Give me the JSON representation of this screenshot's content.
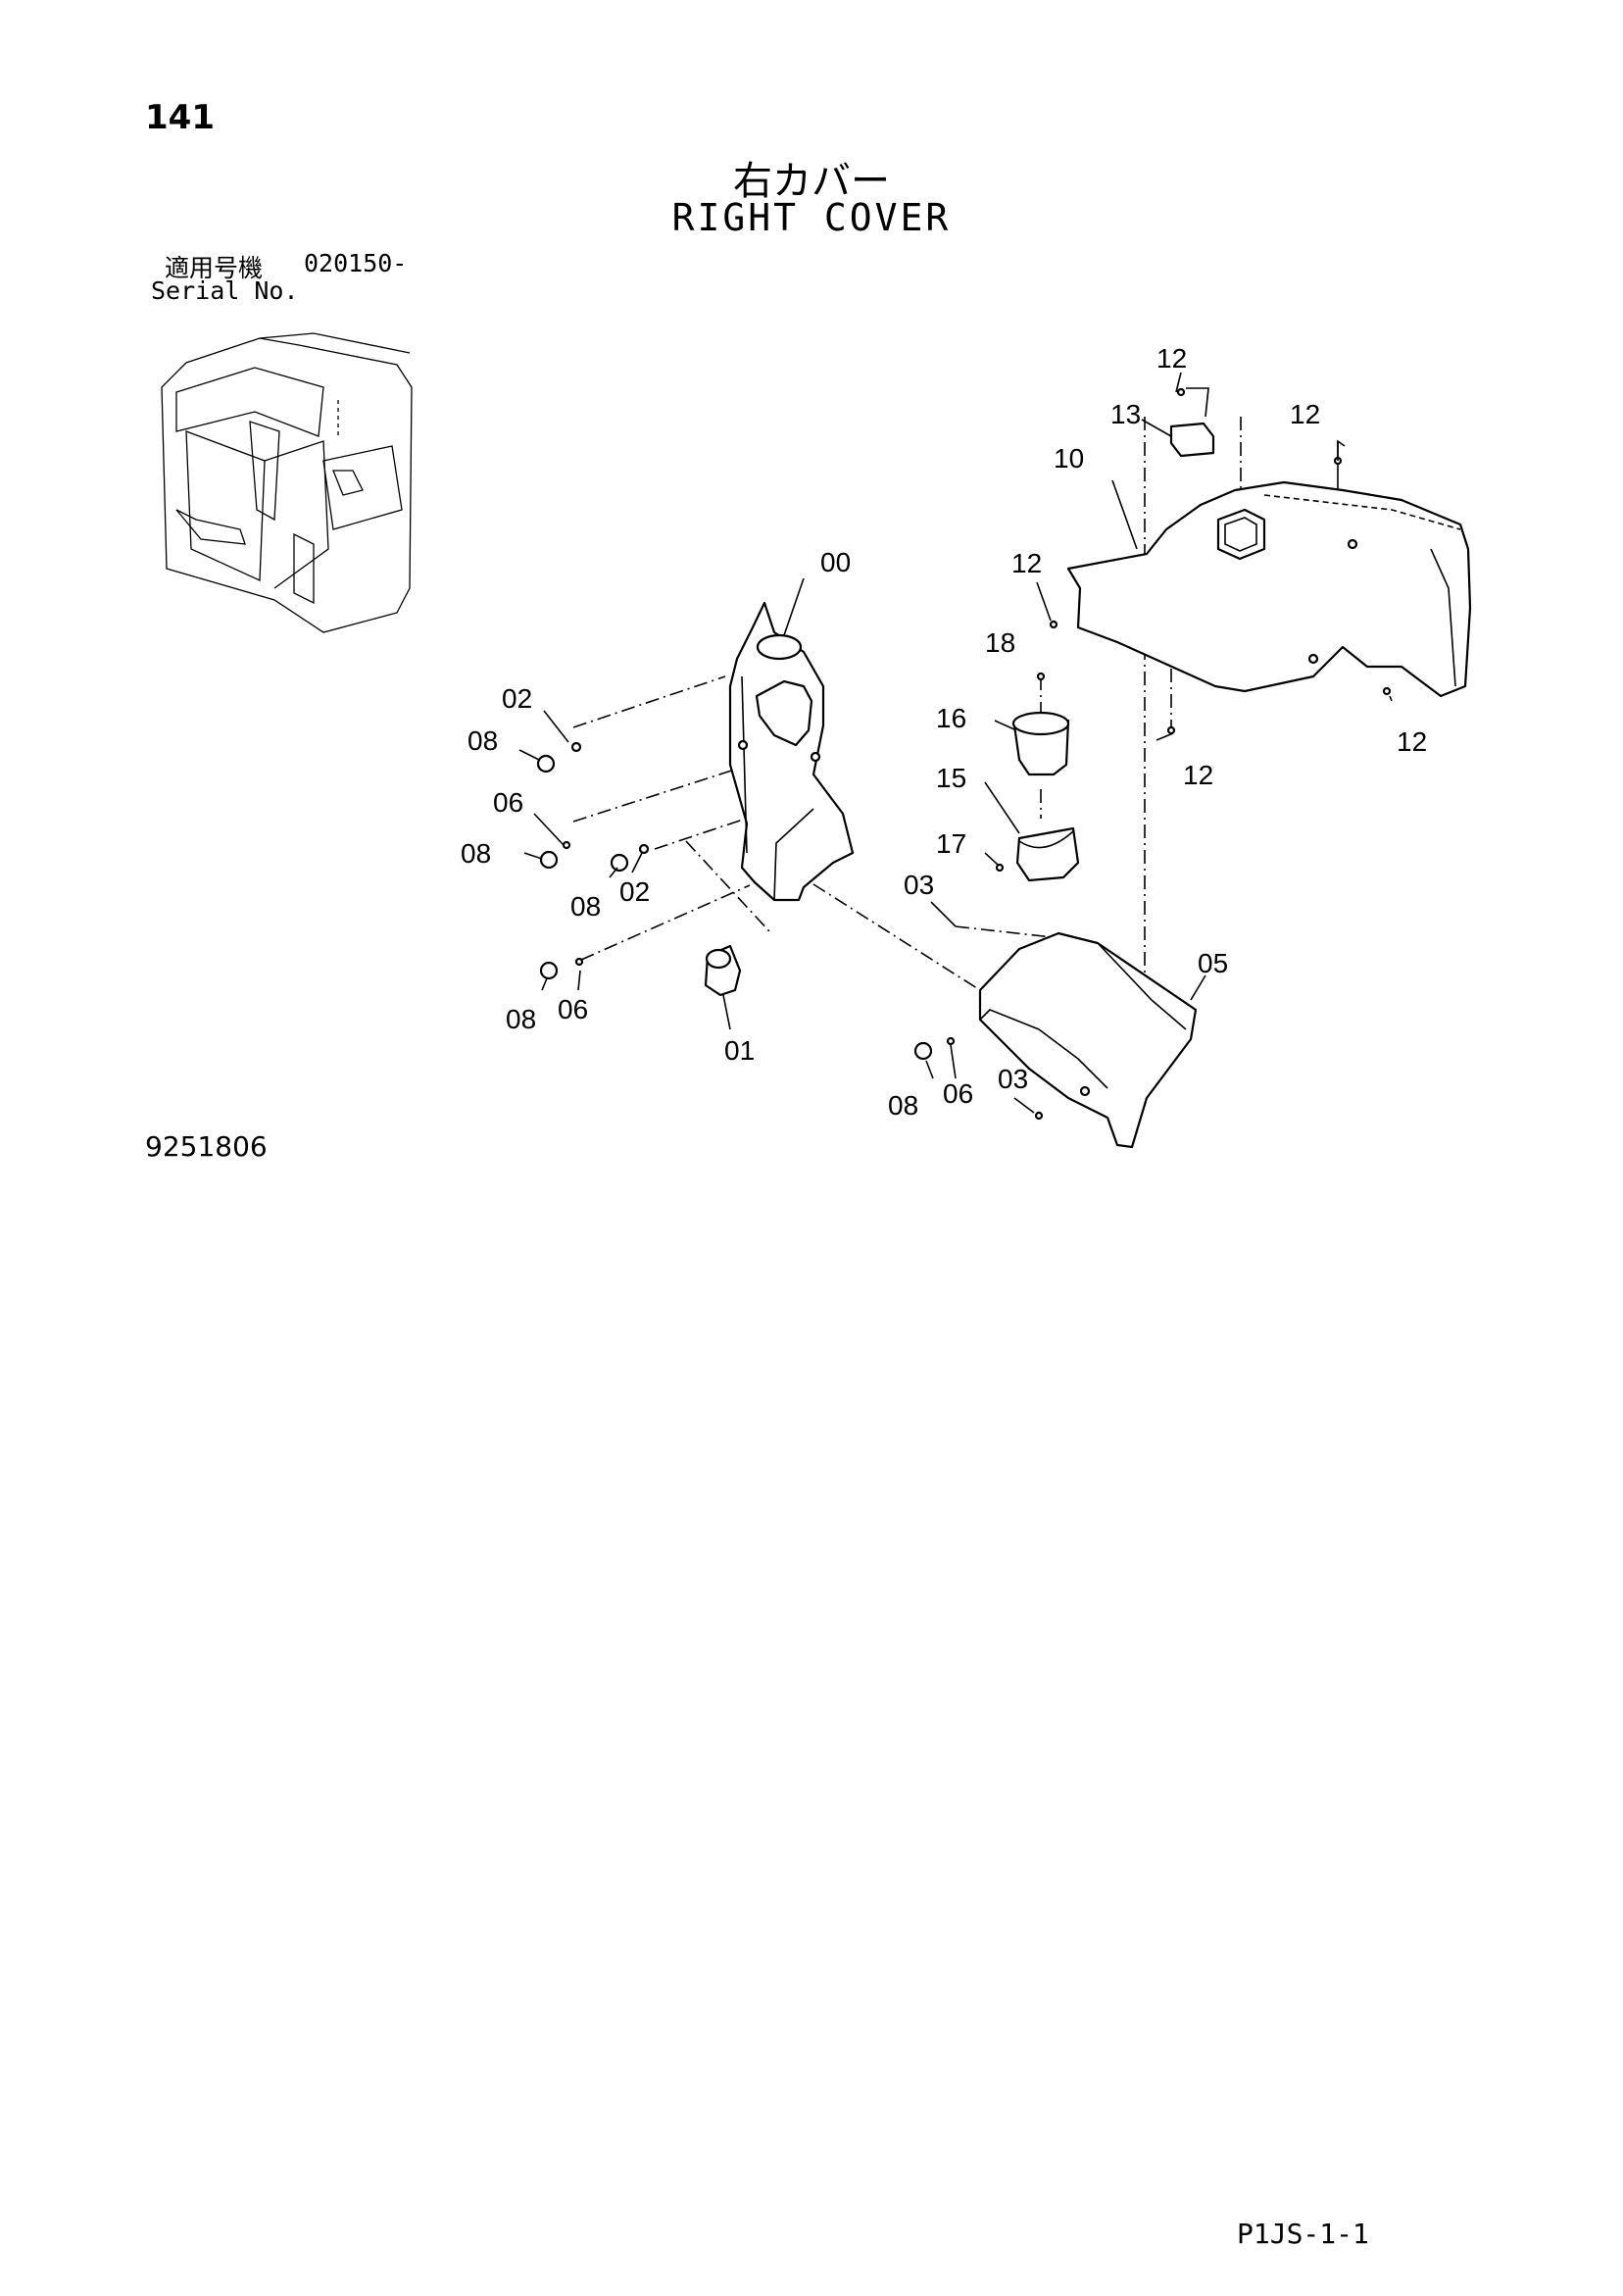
{
  "page_number": "141",
  "title_jp": "右カバー",
  "title_en": "RIGHT COVER",
  "serial_label_jp": "適用号機",
  "serial_value": "020150-",
  "serial_label_en": "Serial No.",
  "drawing_number": "9251806",
  "page_code": "P1JS-1-1",
  "callouts": [
    "12",
    "13",
    "12",
    "10",
    "00",
    "12",
    "18",
    "02",
    "08",
    "16",
    "12",
    "12",
    "06",
    "15",
    "08",
    "17",
    "08",
    "02",
    "03",
    "05",
    "08",
    "06",
    "01",
    "08",
    "06",
    "03"
  ]
}
